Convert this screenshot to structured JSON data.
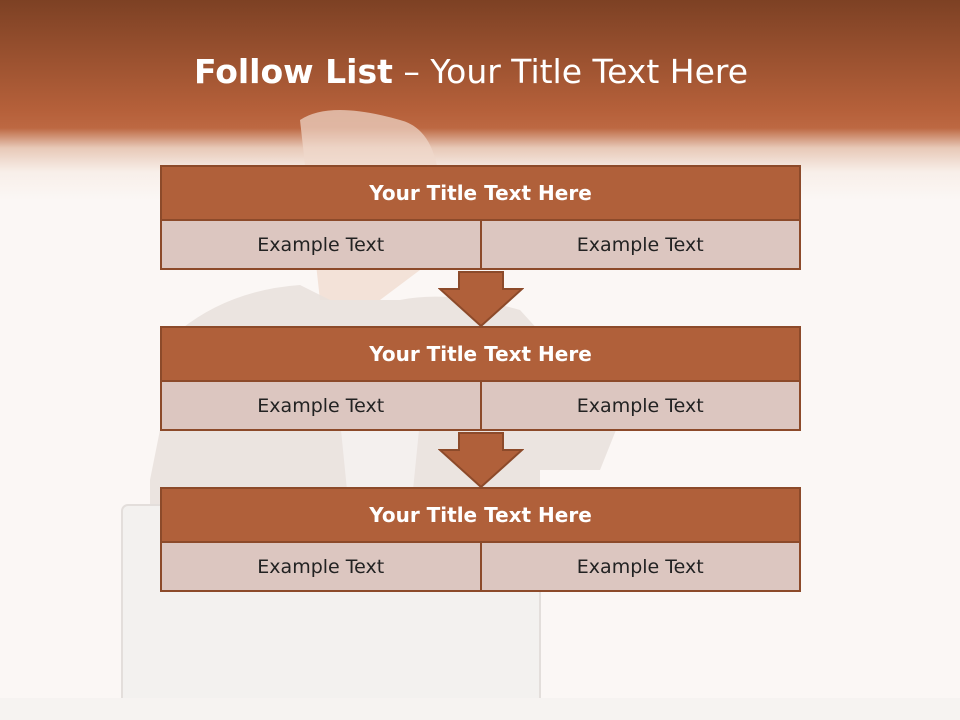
{
  "title": {
    "bold": "Follow List",
    "rest": " – Your Title Text Here"
  },
  "steps": [
    {
      "title": "Your Title Text Here",
      "left": "Example Text",
      "right": "Example Text"
    },
    {
      "title": "Your Title Text Here",
      "left": "Example Text",
      "right": "Example Text"
    },
    {
      "title": "Your Title Text Here",
      "left": "Example Text",
      "right": "Example Text"
    }
  ],
  "colors": {
    "accent": "#b0603a",
    "border": "#8c4a2a",
    "cell": "#dcc6c0",
    "header_band": "#b5603a"
  }
}
